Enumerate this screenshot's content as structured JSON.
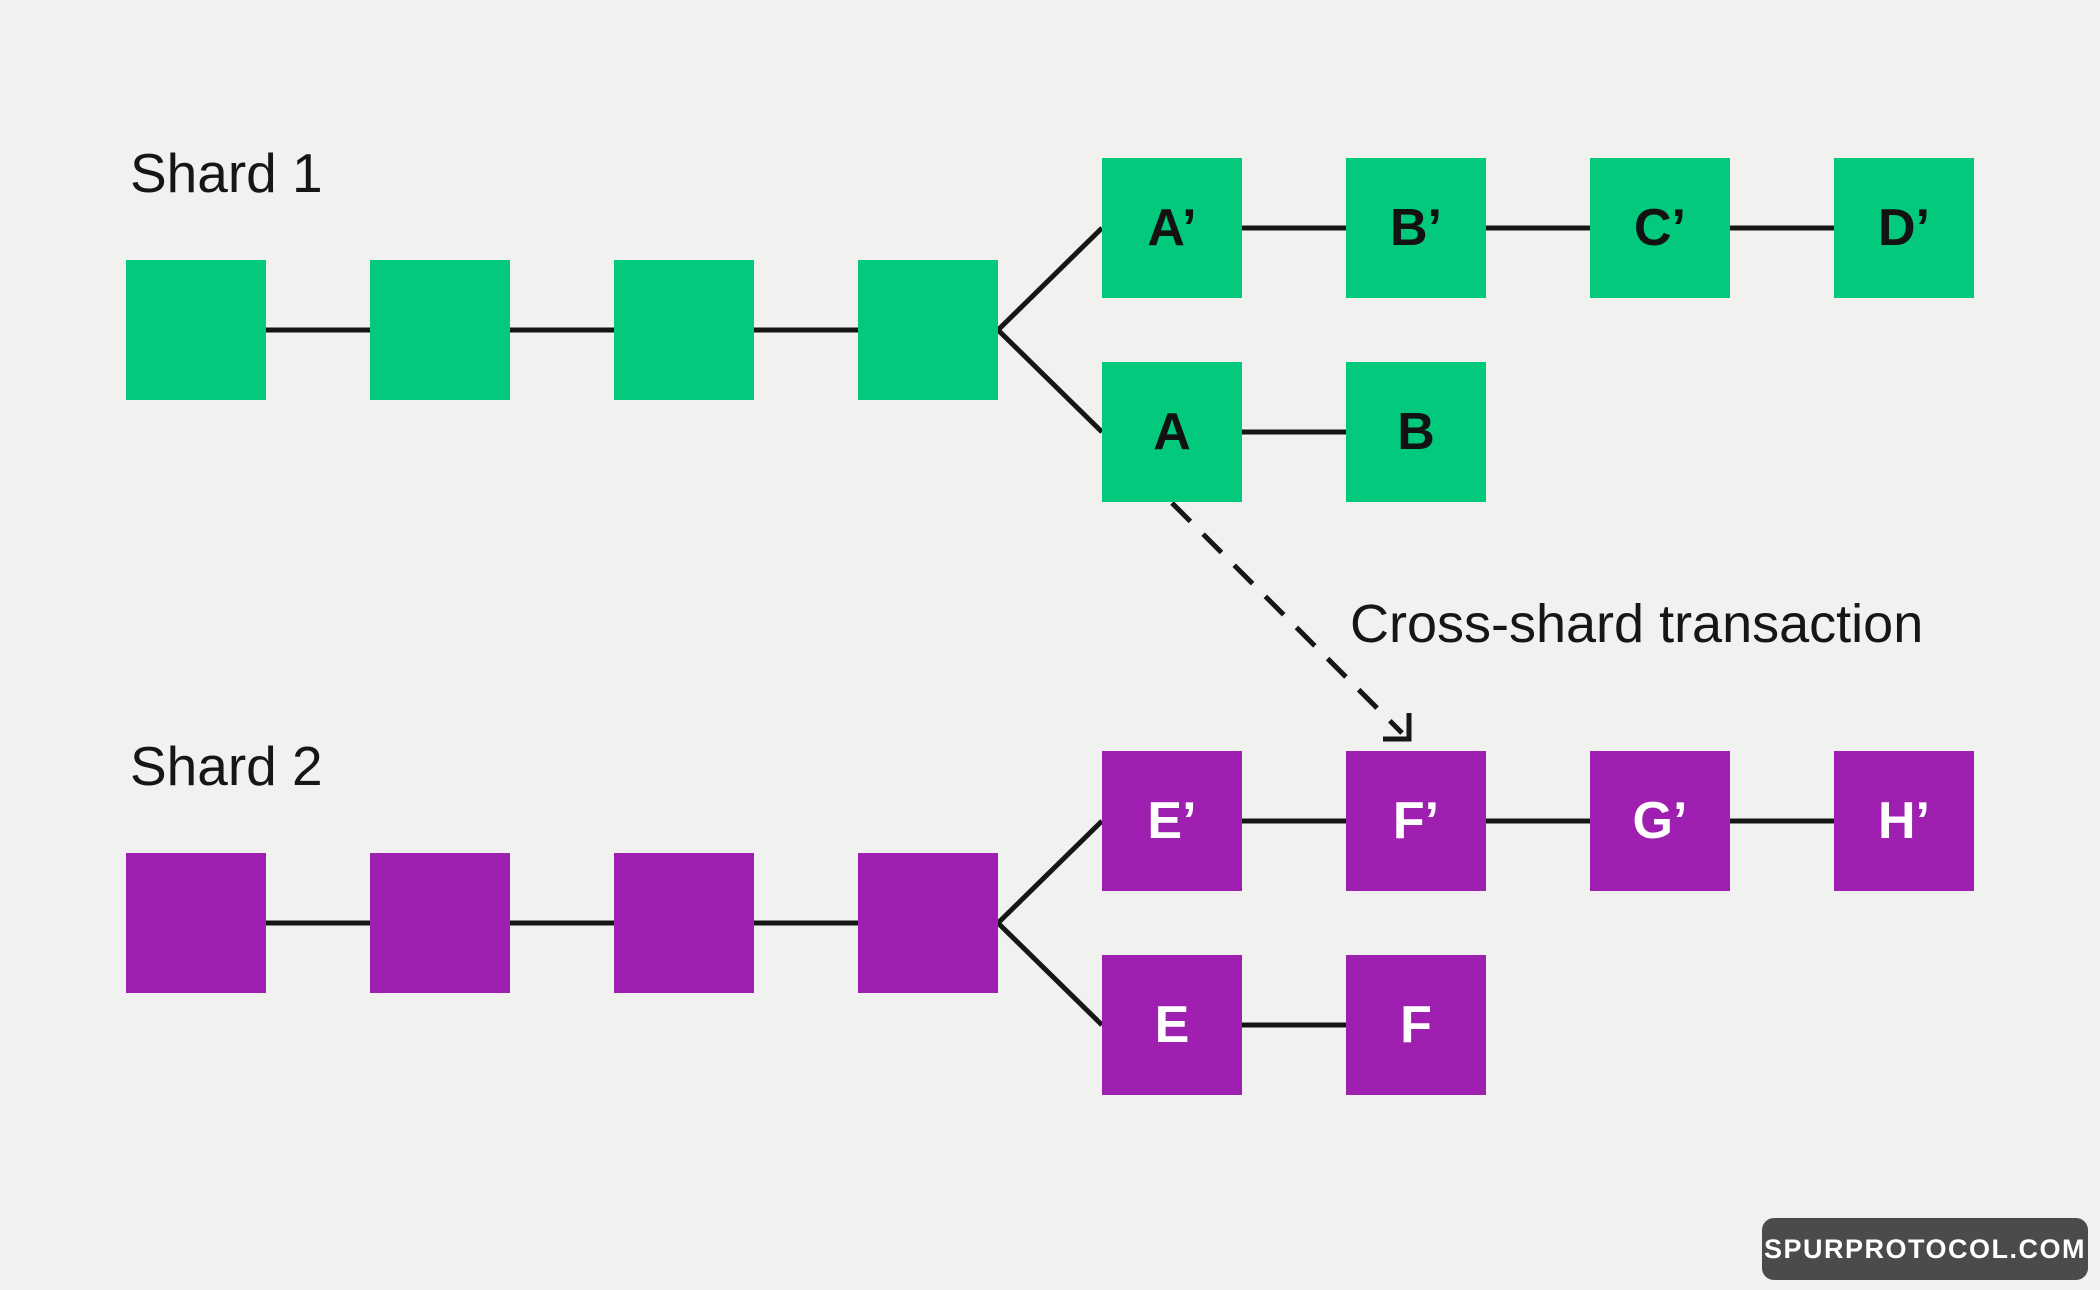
{
  "colors": {
    "background": "#F1F1EF",
    "green": "#03C97D",
    "purple": "#9E1FB0",
    "line": "#161616",
    "text": "#161616",
    "badge_background": "#4B4B49",
    "badge_text": "#FFFFFF",
    "label_on_green": "#121212",
    "label_on_purple": "#FFFFFF"
  },
  "shard1": {
    "title": "Shard 1",
    "base_block_count": 4,
    "fork_top_labels": [
      "A’",
      "B’",
      "C’",
      "D’"
    ],
    "fork_bottom_labels": [
      "A",
      "B"
    ]
  },
  "shard2": {
    "title": "Shard 2",
    "base_block_count": 4,
    "fork_top_labels": [
      "E’",
      "F’",
      "G’",
      "H’"
    ],
    "fork_bottom_labels": [
      "E",
      "F"
    ]
  },
  "annotation": {
    "cross_shard_label": "Cross-shard transaction"
  },
  "footer": {
    "site_label": "SPURPROTOCOL.COM"
  }
}
